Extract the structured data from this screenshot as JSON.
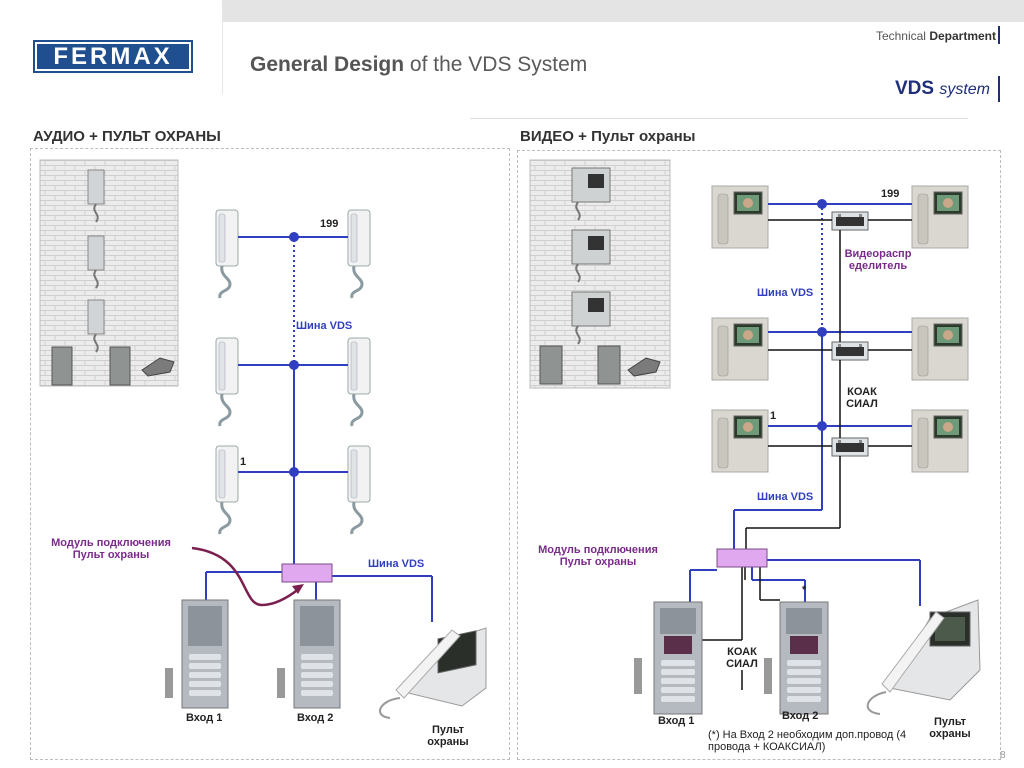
{
  "header": {
    "logo": "FERMAX",
    "tech_light": "Technical",
    "tech_bold": "Department",
    "title_bold": "General Design",
    "title_rest": " of the VDS System",
    "vds_bold": "VDS",
    "vds_italic": "system"
  },
  "left": {
    "title": "АУДИО + ПУЛЬТ ОХРАНЫ",
    "label_199": "199",
    "label_1": "1",
    "bus_upper": "Шина VDS",
    "bus_lower": "Шина VDS",
    "module_line1": "Модуль подключения",
    "module_line2": "Пульт охраны",
    "entry1": "Вход 1",
    "entry2": "Вход 2",
    "console_line1": "Пульт",
    "console_line2": "охраны"
  },
  "right": {
    "title": "ВИДЕО + Пульт охраны",
    "label_199": "199",
    "label_1": "1",
    "splitter_line1": "Видеораспр",
    "splitter_line2": "еделитель",
    "bus_upper": "Шина VDS",
    "bus_lower": "Шина VDS",
    "coax_upper_1": "КОАК",
    "coax_upper_2": "СИАЛ",
    "coax_lower_1": "КОАК",
    "coax_lower_2": "СИАЛ",
    "module_line1": "Модуль подключения",
    "module_line2": "Пульт охраны",
    "asterisk": "*",
    "entry1": "Вход 1",
    "entry2": "Вход 2",
    "console_line1": "Пульт",
    "console_line2": "охраны",
    "footnote_line1": "(*) На Вход 2 необходим доп.провод (4",
    "footnote_line2": "провода + КОАКСИАЛ)"
  },
  "page_number": "8",
  "colors": {
    "bus": "#2f3fbf",
    "module_fill": "#e0a8ee",
    "arrow": "#7a1f4f",
    "logo": "#1f4f8f"
  }
}
